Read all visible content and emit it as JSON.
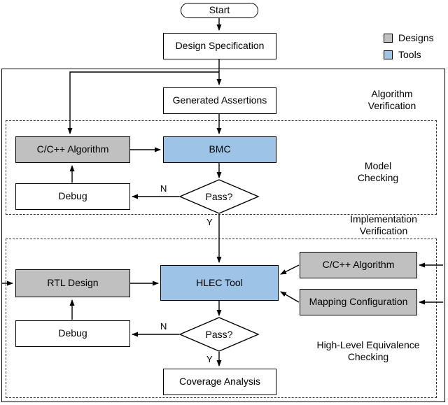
{
  "nodes": {
    "start": "Start",
    "design_specification": "Design Specification",
    "generated_assertions": "Generated Assertions",
    "cpp_algorithm_model": "C/C++ Algorithm",
    "bmc": "BMC",
    "debug_model": "Debug",
    "pass_model": "Pass?",
    "rtl_design": "RTL Design",
    "hlec_tool": "HLEC Tool",
    "cpp_algorithm_hlec": "C/C++ Algorithm",
    "mapping_configuration": "Mapping Configuration",
    "debug_hlec": "Debug",
    "pass_hlec": "Pass?",
    "coverage_analysis": "Coverage Analysis"
  },
  "regions": {
    "algorithm_verification": "Algorithm\nVerification",
    "model_checking": "Model\nChecking",
    "implementation_verification": "Implementation\nVerification",
    "high_level_equivalence_checking": "High-Level Equivalence\nChecking"
  },
  "edge_labels": {
    "model_no": "N",
    "model_yes": "Y",
    "hlec_no": "N",
    "hlec_yes": "Y"
  },
  "legend": {
    "designs": "Designs",
    "tools": "Tools"
  },
  "colors": {
    "design_fill": "#c0c0c0",
    "tool_fill": "#9dc3e6",
    "line": "#000000",
    "background": "#ffffff"
  }
}
